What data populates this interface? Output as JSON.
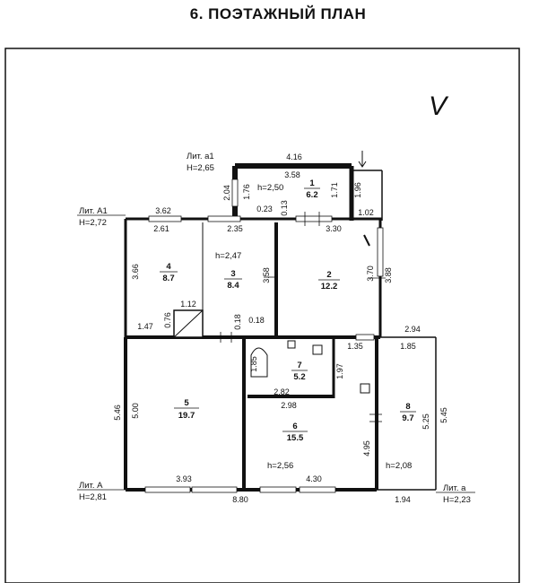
{
  "title": "6. ПОЭТАЖНЫЙ ПЛАН",
  "mark": "V",
  "liters": [
    {
      "name": "Лит. а1",
      "height": "Н=2,65"
    },
    {
      "name": "Лит. А1",
      "height": "Н=2,72"
    },
    {
      "name": "Лит. А",
      "height": "Н=2,81"
    },
    {
      "name": "Лит. а",
      "height": "Н=2,23"
    }
  ],
  "rooms": [
    {
      "number": "1",
      "area": "6.2"
    },
    {
      "number": "2",
      "area": "12.2"
    },
    {
      "number": "3",
      "area": "8.4"
    },
    {
      "number": "4",
      "area": "8.7"
    },
    {
      "number": "5",
      "area": "19.7"
    },
    {
      "number": "6",
      "area": "15.5"
    },
    {
      "number": "7",
      "area": "5.2"
    },
    {
      "number": "8",
      "area": "9.7"
    }
  ],
  "heights": [
    "h=2,50",
    "h=2,47",
    "h=2,56",
    "h=2,08"
  ],
  "dimensions": {
    "a1_top": "4.16",
    "a1_inner": "3.58",
    "a1_left": "2.04",
    "a1_h1": "1.76",
    "a1_r1": "1.71",
    "a1_r2": "1.96",
    "a1_bottom": "1.02",
    "a1_d1": "0.23",
    "a1_d2": "0.13",
    "A1_top": "3.62",
    "r4_top": "2.61",
    "r3_top": "2.35",
    "r2_top": "3.30",
    "r4_left": "3.66",
    "r3_right": "3.58",
    "r2_right": "3.70",
    "A1_right": "3.88",
    "diag": "1.12",
    "d076": "0.76",
    "d147": "1.47",
    "d018a": "0.18",
    "d018b": "0.18",
    "d294": "2.94",
    "d185": "1.85",
    "d135": "1.35",
    "d185v": "1.85",
    "d197": "1.97",
    "d282": "2.82",
    "d298": "2.98",
    "A_left": "5.46",
    "r5_left": "5.00",
    "r8_right": "5.25",
    "a_right": "5.45",
    "d495": "4.95",
    "r5_bottom": "3.93",
    "r6_bottom": "4.30",
    "A_bottom": "8.80",
    "a_bottom": "1.94"
  }
}
